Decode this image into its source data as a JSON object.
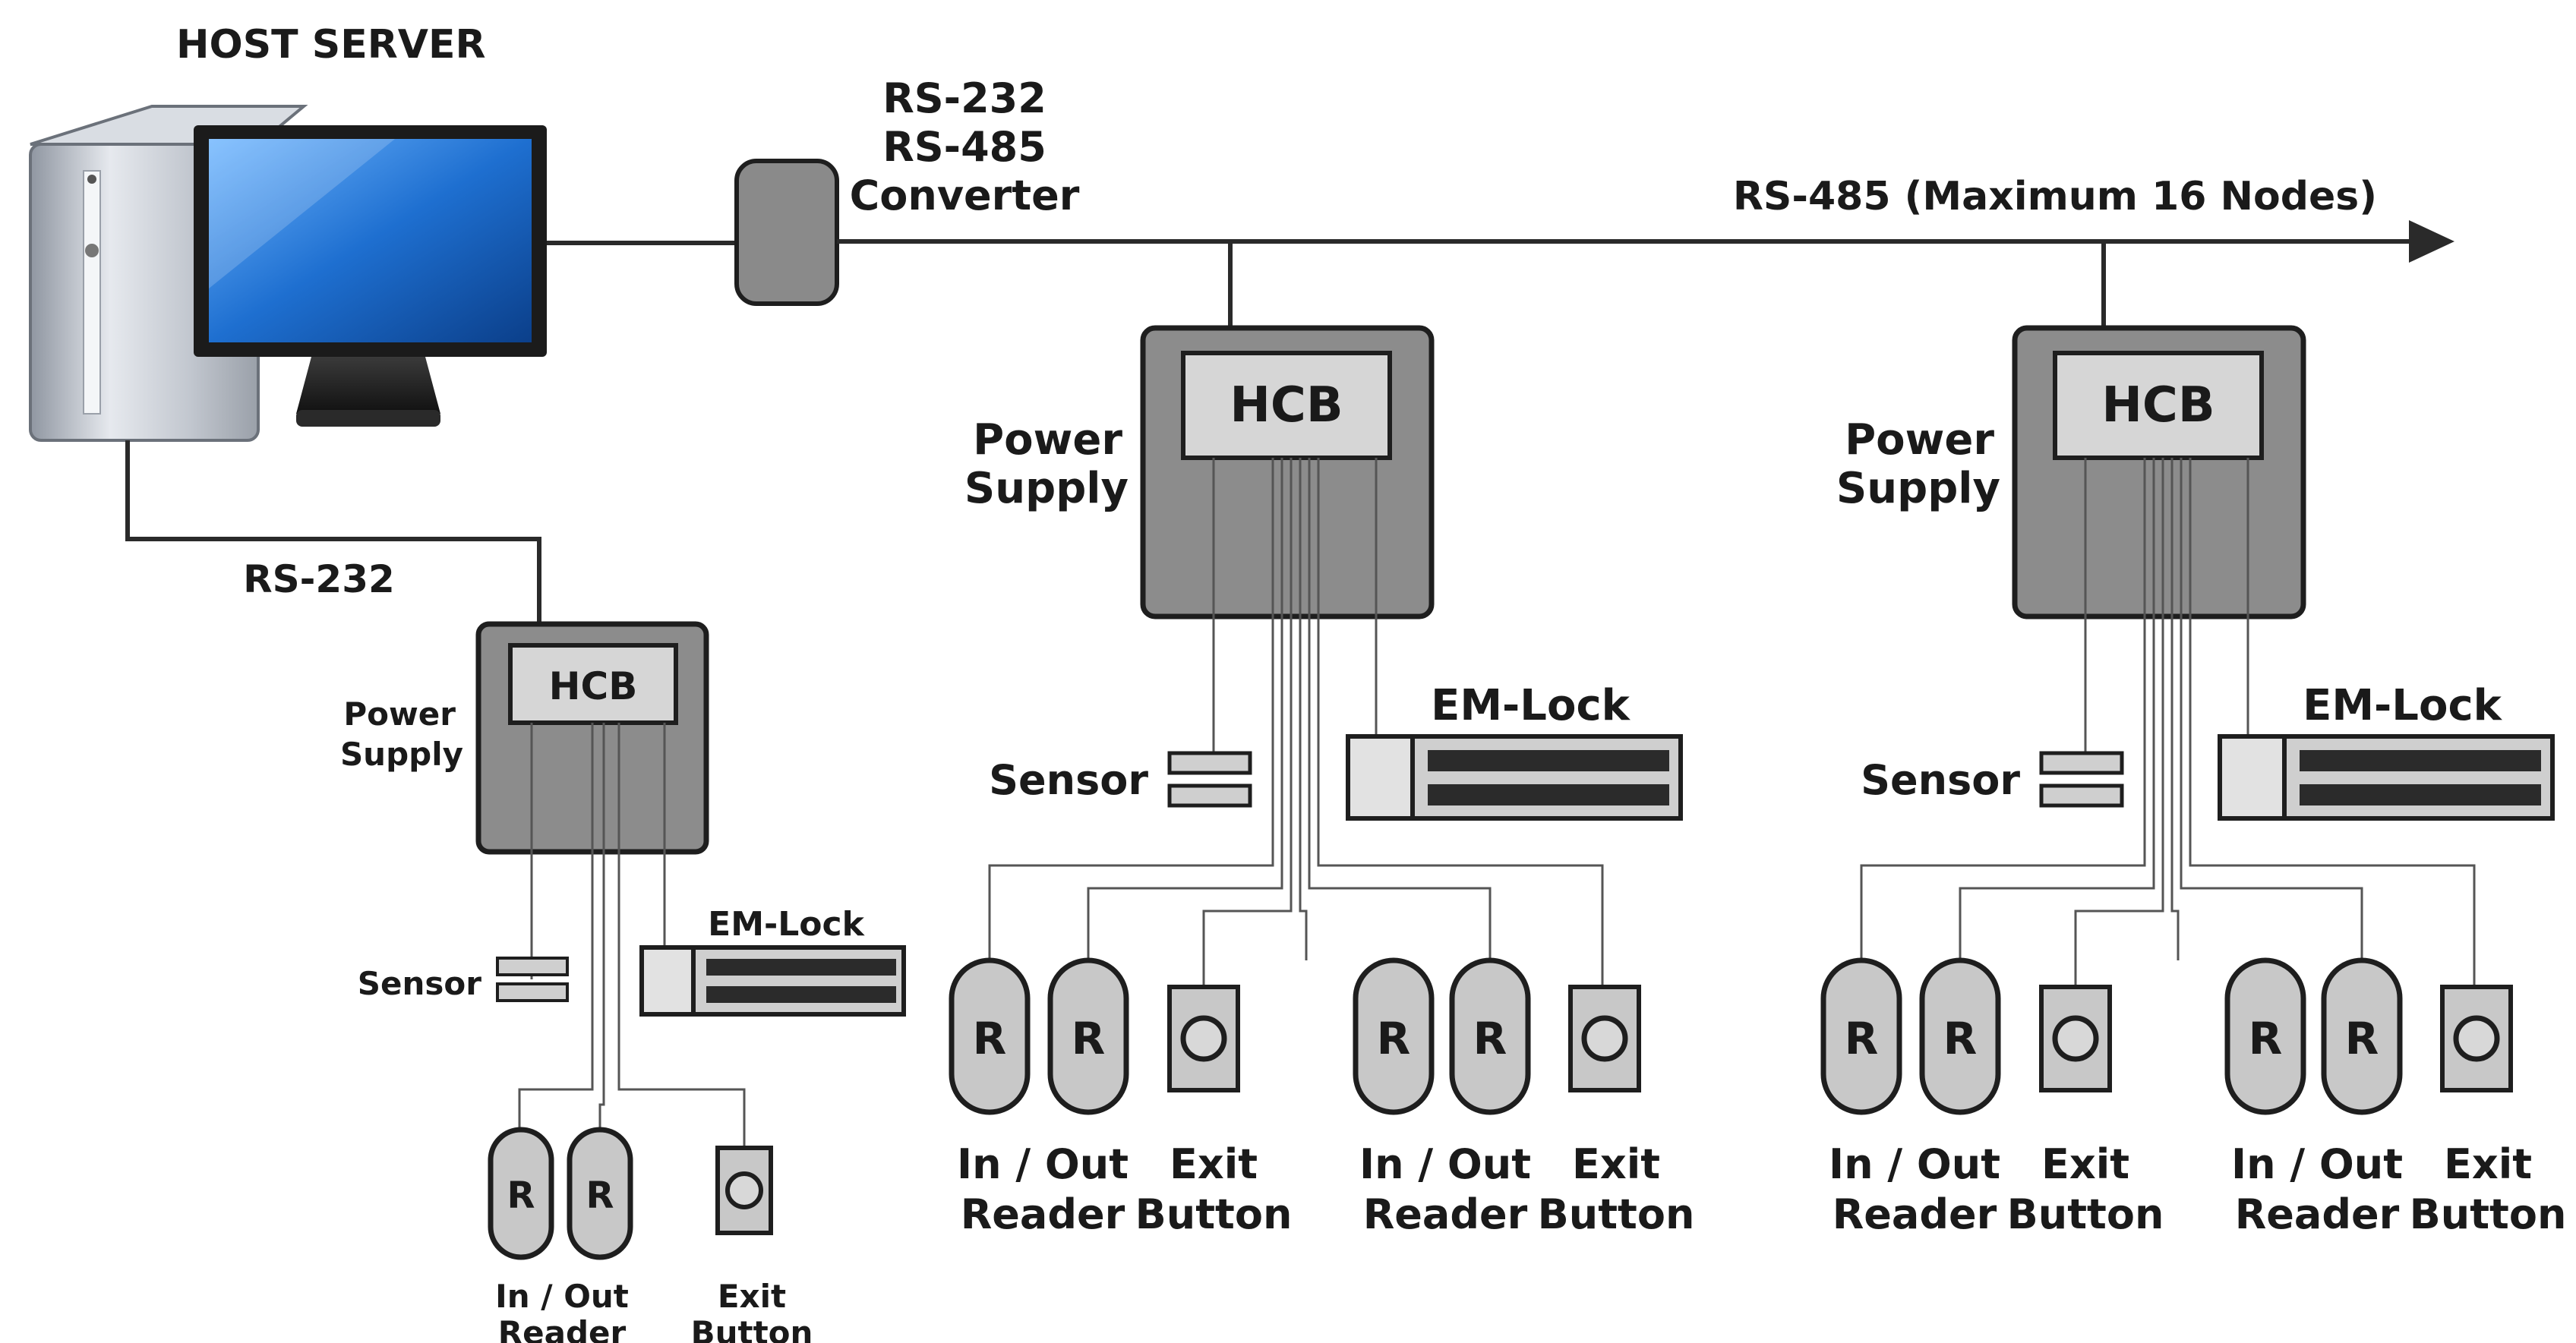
{
  "host": {
    "label": "HOST SERVER"
  },
  "converter": {
    "lines": [
      "RS-232",
      "RS-485",
      "Converter"
    ]
  },
  "bus": {
    "label": "RS-485 (Maximum 16 Nodes)"
  },
  "rs232_link": {
    "label": "RS-232"
  },
  "controller": {
    "hcb_label": "HCB",
    "power_lines": [
      "Power",
      "Supply"
    ],
    "sensor_label": "Sensor",
    "lock_label": "EM-Lock",
    "reader_letter": "R",
    "reader_caption": [
      "In / Out",
      "Reader"
    ],
    "exit_caption": [
      "Exit",
      "Button"
    ]
  },
  "colors": {
    "panel": "#8c8c8c",
    "hcb": "#d6d6d6",
    "screen": "#1e6fd0",
    "tower": "#c9ced6"
  }
}
